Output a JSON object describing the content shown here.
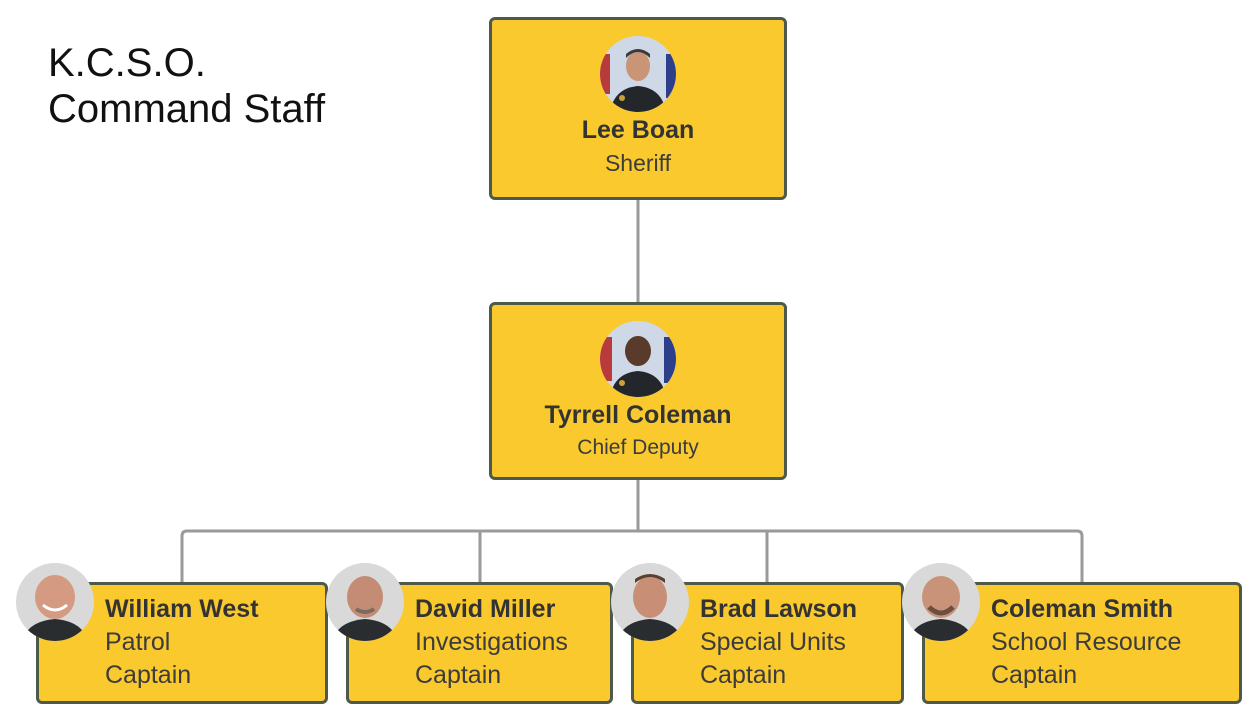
{
  "header": {
    "title_line1": "K.C.S.O.",
    "title_line2": "Command Staff"
  },
  "sheriff": {
    "name": "Lee Boan",
    "role": "Sheriff"
  },
  "chief_deputy": {
    "name": "Tyrrell Coleman",
    "role": "Chief Deputy"
  },
  "captains": [
    {
      "name": "William West",
      "division": "Patrol",
      "rank": "Captain"
    },
    {
      "name": "David Miller",
      "division": "Investigations",
      "rank": "Captain"
    },
    {
      "name": "Brad Lawson",
      "division": "Special Units",
      "rank": "Captain"
    },
    {
      "name": "Coleman Smith",
      "division": "School Resource",
      "rank": "Captain"
    }
  ],
  "colors": {
    "card_fill": "#f9c92e",
    "card_border": "#4d5a4a",
    "connector": "#9a9a9a"
  }
}
